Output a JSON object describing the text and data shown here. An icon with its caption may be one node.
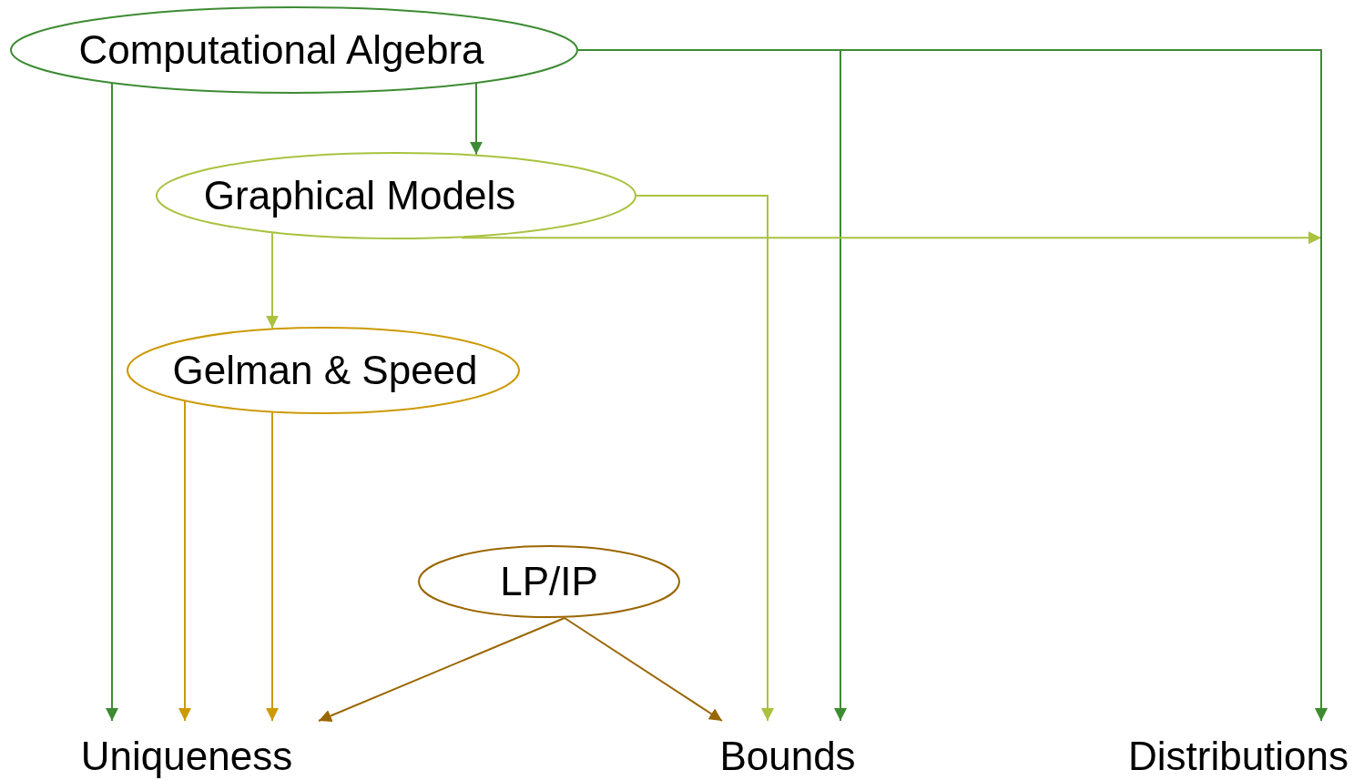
{
  "diagram": {
    "nodes": [
      {
        "text": [
          "Computational Algebra"
        ]
      },
      {
        "text": [
          "Graphical Models"
        ]
      },
      {
        "text": [
          "Gelman & Speed"
        ]
      },
      {
        "text": [
          "LP/IP"
        ]
      },
      {
        "text": [
          "Uniqueness"
        ]
      },
      {
        "text": [
          "Bounds"
        ]
      },
      {
        "text": [
          "Distributions"
        ]
      }
    ],
    "edges": [
      {
        "from": 0,
        "to": 4,
        "arrow": "to",
        "color": "#3d8b33"
      },
      {
        "from": 0,
        "to": 1,
        "arrow": "to",
        "color": "#3d8b33"
      },
      {
        "from": 0,
        "to": 5,
        "arrow": "to",
        "color": "#3d8b33"
      },
      {
        "from": 0,
        "to": 6,
        "arrow": "to",
        "color": "#3d8b33"
      },
      {
        "from": 1,
        "to": 5,
        "arrow": "to",
        "color": "#a9c23f"
      },
      {
        "from": 1,
        "to": 6,
        "arrow": "to",
        "color": "#a9c23f"
      },
      {
        "from": 1,
        "to": 2,
        "arrow": "to",
        "color": "#a9c23f"
      },
      {
        "from": 2,
        "to": 4,
        "arrow": "to",
        "color": "#cc9a06"
      },
      {
        "from": 2,
        "to": 4,
        "arrow": "to",
        "color": "#cc9a06"
      },
      {
        "from": 3,
        "to": 4,
        "arrow": "to",
        "color": "#9a6600"
      },
      {
        "from": 3,
        "to": 5,
        "arrow": "to",
        "color": "#9a6600"
      }
    ]
  }
}
